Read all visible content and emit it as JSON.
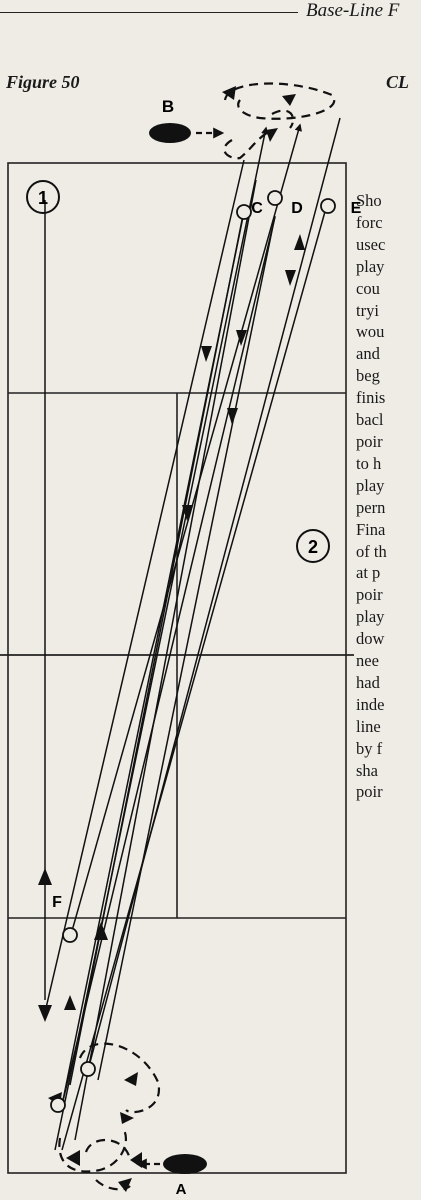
{
  "header": {
    "running_head": "Base-Line F"
  },
  "figure": {
    "caption": "Figure 50",
    "labels": {
      "player_b": "B",
      "player_a": "A",
      "point_c": "C",
      "point_d": "D",
      "point_e": "E",
      "point_f": "F",
      "step_1": "1",
      "step_2": "2"
    }
  },
  "section_heading": "CL",
  "body_lines": [
    "Sho",
    "forc",
    "usec",
    "play",
    "cou",
    "tryi",
    "wou",
    "and",
    "beg",
    "finis",
    "bacl",
    "poir",
    "to h",
    "play",
    "pern",
    "Fina",
    "of th",
    "at p",
    "poir",
    "play",
    "dow",
    "nee",
    "had",
    "inde",
    "line",
    "by f",
    "sha",
    "poir"
  ]
}
